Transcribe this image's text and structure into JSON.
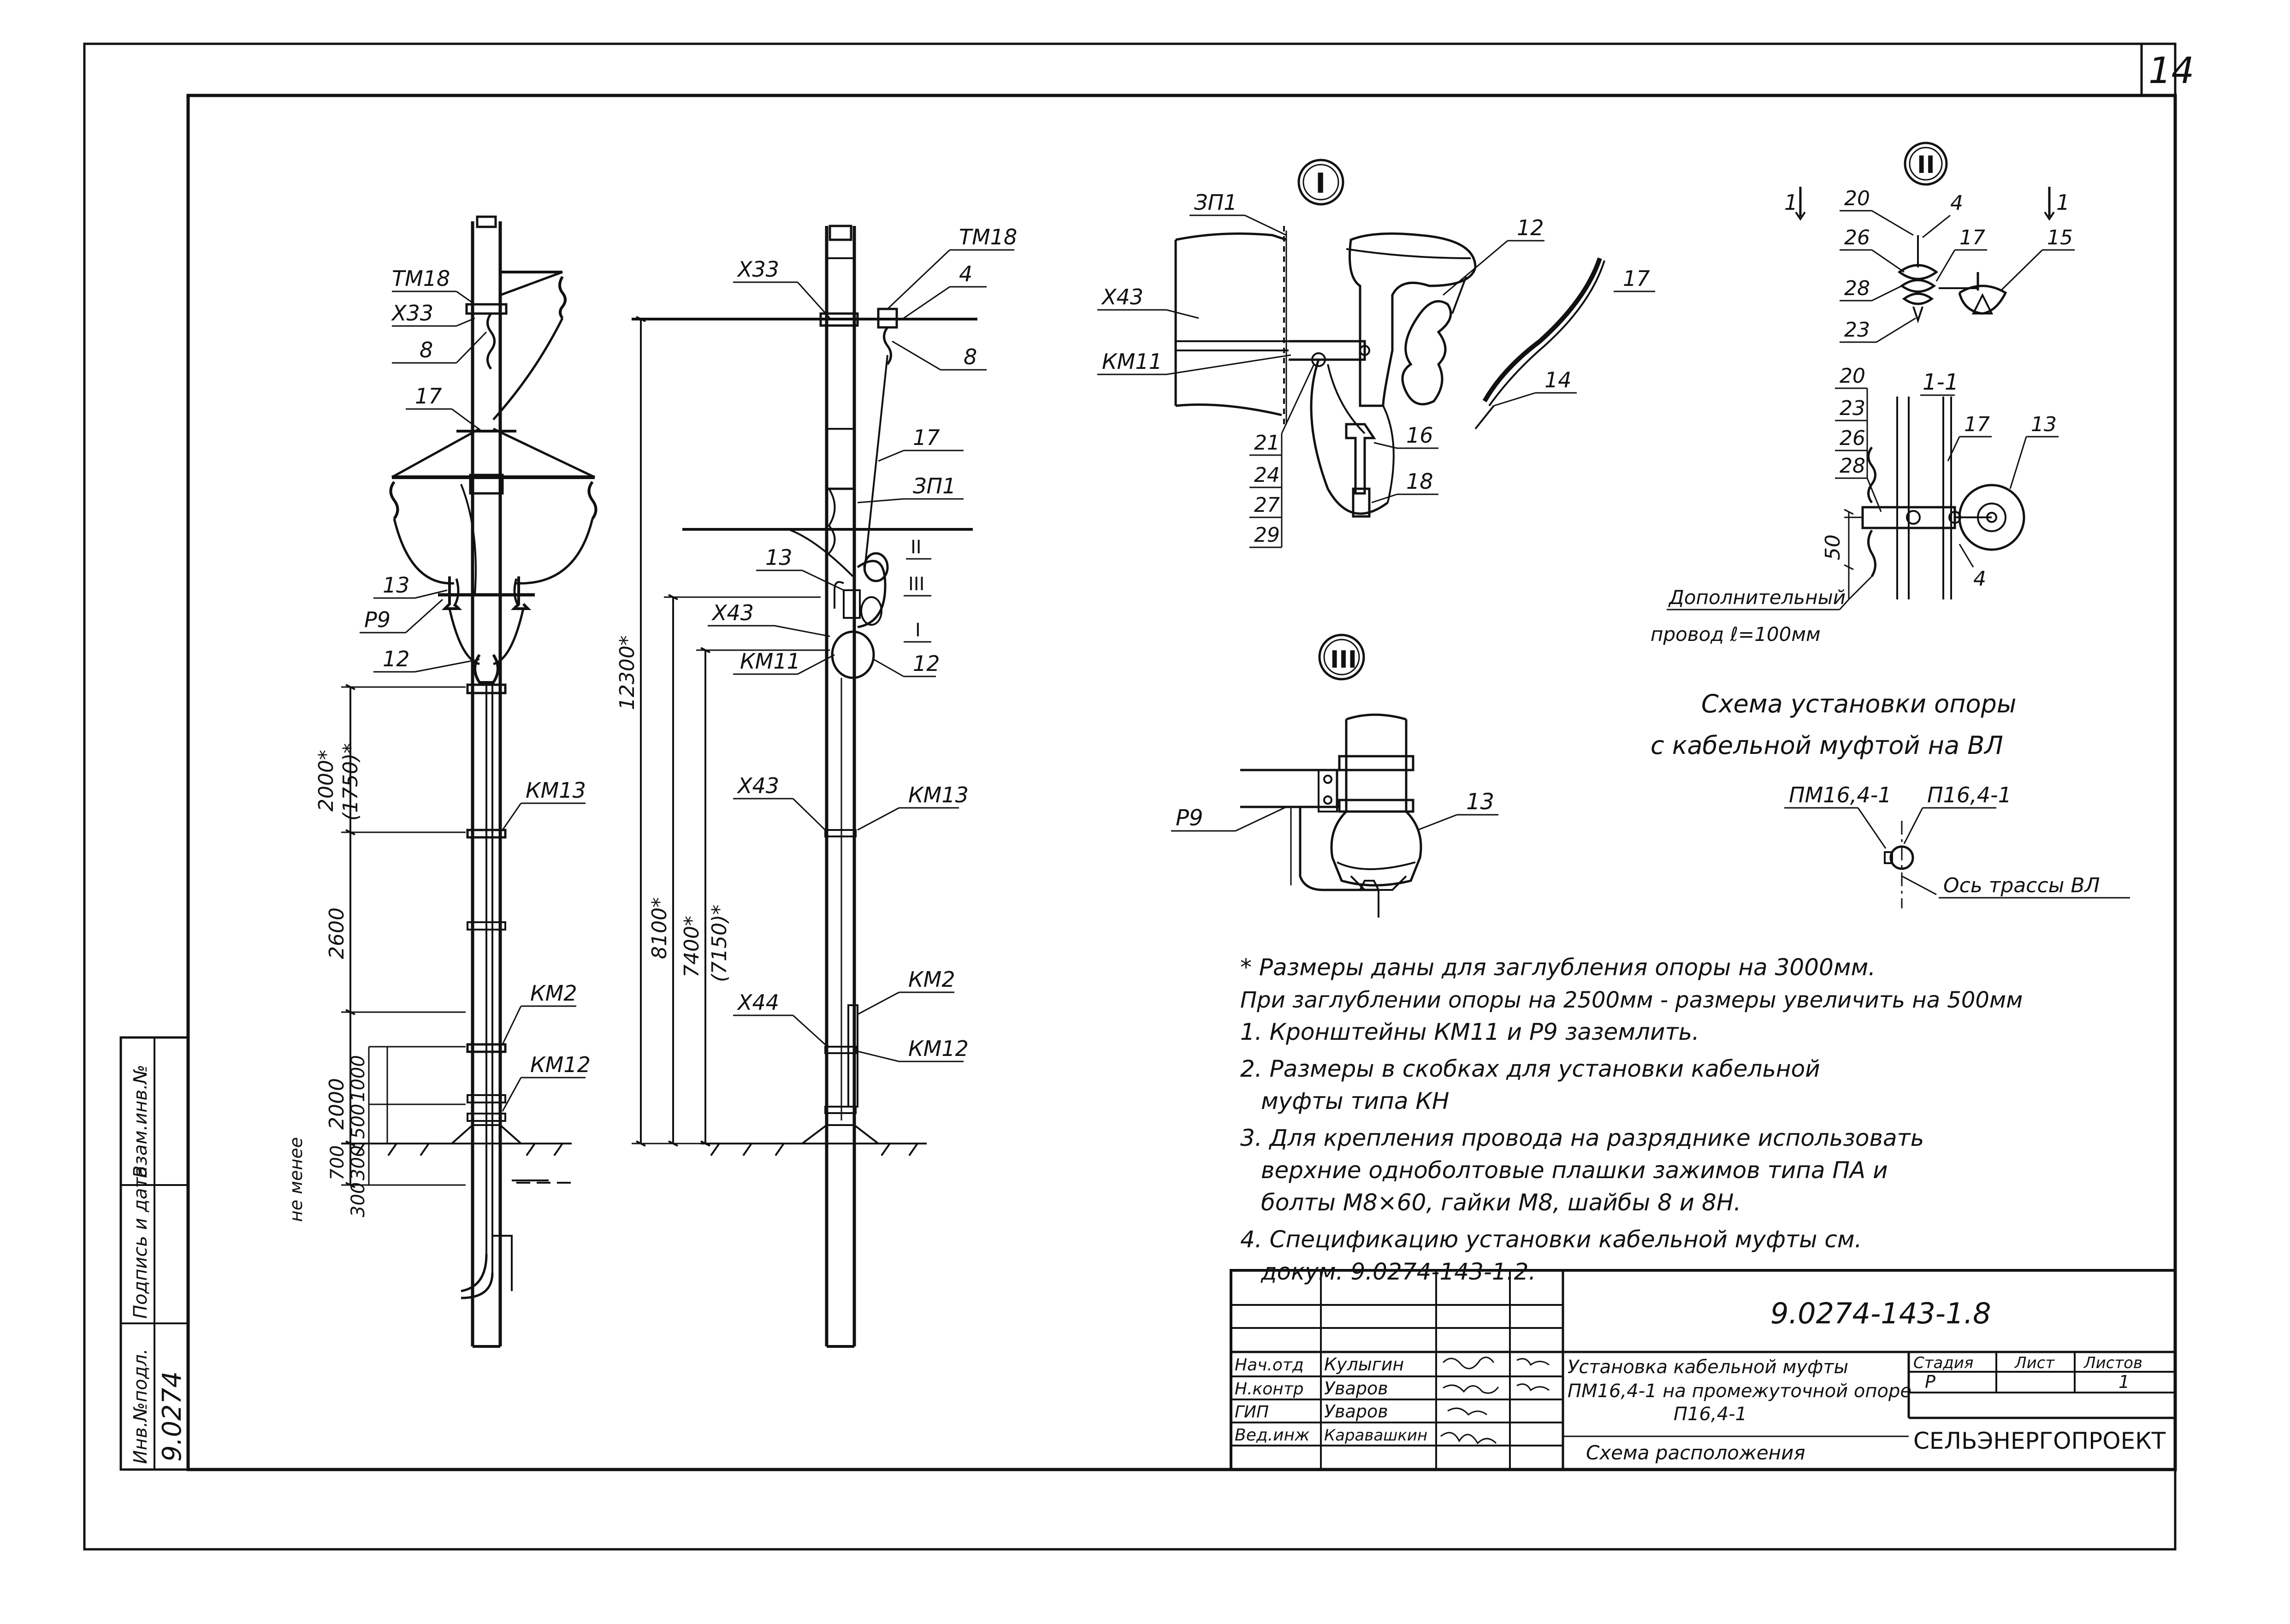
{
  "sheet_number": "14",
  "side_stamp": {
    "inv_label": "Инв.№подл.",
    "sign_label": "Подпись и дата",
    "replace_label": "Взам.инв.№",
    "inv_value": "9.0274"
  },
  "left_pole": {
    "labels": [
      "ТМ18",
      "Х33",
      "8",
      "17",
      "13",
      "Р9",
      "12",
      "КМ13",
      "КМ2",
      "КМ12"
    ],
    "dims": [
      "2000*",
      "(1750)*",
      "2600",
      "2000",
      "1000",
      "500",
      "300",
      "700",
      "300"
    ],
    "not_less": "не менее"
  },
  "mid_pole": {
    "labels": [
      "Х33",
      "ТМ18",
      "4",
      "8",
      "17",
      "ЗП1",
      "13",
      "II",
      "III",
      "Х43",
      "I",
      "КМ11",
      "12",
      "Х43",
      "КМ13",
      "Х44",
      "КМ2",
      "КМ12"
    ],
    "dims": [
      "12300*",
      "8100*",
      "7400*",
      "(7150)*"
    ]
  },
  "detail_1": {
    "marker": "I",
    "labels": [
      "ЗП1",
      "Х43",
      "КМ11",
      "12",
      "17",
      "14",
      "16",
      "18"
    ],
    "stack": [
      "21",
      "24",
      "27",
      "29"
    ]
  },
  "detail_2": {
    "marker": "II",
    "section_marks": [
      "1",
      "1"
    ],
    "top_labels": [
      "20",
      "4",
      "26",
      "17",
      "15",
      "28",
      "23"
    ],
    "section_title": "1-1",
    "sec_left": [
      "20",
      "23",
      "26",
      "28"
    ],
    "sec_right": [
      "17",
      "13",
      "4"
    ],
    "dim": "50",
    "note_line1": "Дополнительный",
    "note_line2": "провод ℓ=100мм"
  },
  "detail_3": {
    "marker": "III",
    "labels": [
      "Р9",
      "13"
    ]
  },
  "scheme": {
    "title_line1": "Схема установки опоры",
    "title_line2": "с кабельной муфтой на ВЛ",
    "label_left": "ПМ16,4-1",
    "label_right": "П16,4-1",
    "axis": "Ось трассы ВЛ"
  },
  "notes": [
    "* Размеры даны для заглубления опоры на 3000мм.",
    "При заглублении опоры на 2500мм - размеры увеличить на 500мм",
    "1. Кронштейны КМ11 и Р9 заземлить.",
    "2. Размеры в скобках для установки кабельной",
    "муфты типа КН",
    "3. Для крепления провода на разряднике использовать",
    "верхние однoболтовые плашки зажимов типа ПА и",
    "болты М8×60, гайки М8, шайбы 8 и 8Н.",
    "4. Спецификацию установки кабельной муфты см.",
    "докум. 9.0274-143-1.2."
  ],
  "title_block": {
    "doc_code": "9.0274-143-1.8",
    "roles": [
      "Нач.отд",
      "Н.контр",
      "ГИП",
      "Вед.инж"
    ],
    "names": [
      "Кулыгин",
      "Уваров",
      "Уваров",
      "Каравашкин"
    ],
    "title_line1": "Установка кабельной муфты",
    "title_line2": "ПМ16,4-1 на промежуточной опоре",
    "title_line3": "П16,4-1",
    "subtitle": "Схема расположения",
    "col_stage": "Стадия",
    "col_sheet": "Лист",
    "col_sheets": "Листов",
    "stage": "Р",
    "sheets": "1",
    "org": "СЕЛЬЭНЕРГОПРОЕКТ"
  }
}
